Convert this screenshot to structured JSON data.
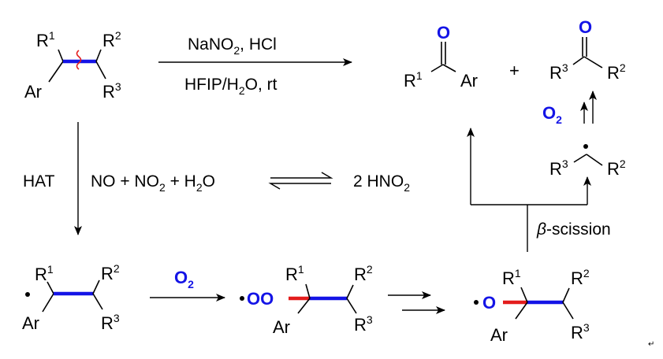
{
  "colors": {
    "ketone_oxygen": "#1414e6",
    "cleaved_bond": "#1414e6",
    "c_o_bond": "#e31c1c",
    "text": "#000000"
  },
  "substrate": {
    "r1": "R",
    "r1_sup": "1",
    "r2": "R",
    "r2_sup": "2",
    "r3": "R",
    "r3_sup": "3",
    "ar": "Ar"
  },
  "top_arrow": {
    "reagent_line1_a": "NaNO",
    "reagent_line1_sub": "2",
    "reagent_line1_b": ", HCl",
    "reagent_line2_a": "HFIP/H",
    "reagent_line2_sub": "2",
    "reagent_line2_b": "O, rt"
  },
  "products": {
    "oxygen": "O",
    "ketone1_r": "R",
    "ketone1_sup": "1",
    "ketone1_ar": "Ar",
    "plus": "+",
    "ketone2_r3": "R",
    "ketone2_r3_sup": "3",
    "ketone2_r2": "R",
    "ketone2_r2_sup": "2"
  },
  "oxidation": {
    "o2": "O",
    "o2_sub": "2"
  },
  "alkyl_radical": {
    "r3": "R",
    "r3_sup": "3",
    "r2": "R",
    "r2_sup": "2"
  },
  "beta_scission": {
    "beta": "β",
    "label": "-scission"
  },
  "hat_step": {
    "hat": "HAT",
    "eq_no": "NO + NO",
    "eq_no2_sub": "2",
    "eq_plus_h2": " + H",
    "eq_h2_sub": "2",
    "eq_o": "O",
    "eq_product": "2 HNO",
    "eq_product_sub": "2"
  },
  "radical1": {
    "r1": "R",
    "r1_sup": "1",
    "r2": "R",
    "r2_sup": "2",
    "r3": "R",
    "r3_sup": "3",
    "ar": "Ar"
  },
  "o2_step": {
    "o2": "O",
    "o2_sub": "2"
  },
  "peroxyl": {
    "oo": "OO",
    "r1": "R",
    "r1_sup": "1",
    "r2": "R",
    "r2_sup": "2",
    "r3": "R",
    "r3_sup": "3",
    "ar": "Ar"
  },
  "alkoxyl": {
    "o": "O",
    "r1": "R",
    "r1_sup": "1",
    "r2": "R",
    "r2_sup": "2",
    "r3": "R",
    "r3_sup": "3",
    "ar": "Ar"
  },
  "corner_mark": "↵"
}
